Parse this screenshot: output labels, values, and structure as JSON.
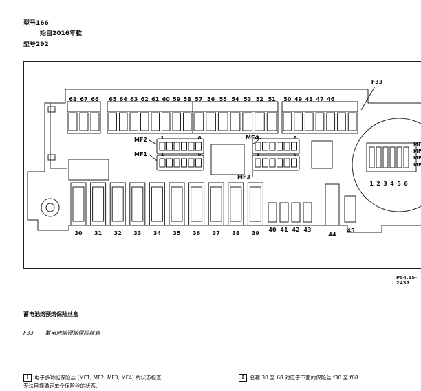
{
  "header": {
    "line1": "型号166",
    "line2": "始自2016年款",
    "line3": "型号292"
  },
  "figure": {
    "id": "P54.15-2437",
    "top_fuses": [
      "68",
      "67",
      "66",
      "65",
      "64",
      "63",
      "62",
      "61",
      "60",
      "59",
      "58",
      "57",
      "56",
      "55",
      "54",
      "53",
      "52",
      "51",
      "50",
      "49",
      "48",
      "47",
      "46"
    ],
    "bottom_fuses": [
      "30",
      "31",
      "32",
      "33",
      "34",
      "35",
      "36",
      "37",
      "38",
      "39"
    ],
    "small_fuses": [
      "40",
      "41",
      "42",
      "43"
    ],
    "other_fuses": [
      "44",
      "45"
    ],
    "f33": "F33",
    "mf_labels": [
      "MF2",
      "MF1",
      "MF4",
      "MF3"
    ],
    "pin_first": "1",
    "pin_last": "6",
    "detail_pins": [
      "1",
      "2",
      "3",
      "4",
      "5",
      "6"
    ],
    "detail_mf_labels": [
      "MF",
      "MF",
      "MF",
      "MF"
    ]
  },
  "caption": "蓄电池熔预熔保险丝盒",
  "legend": {
    "code": "F33",
    "text": "蓄电池熔预熔保险丝盒"
  },
  "notes": {
    "left_line1": "电子多功能保险丝 (MF1, MF2, MF3, MF4) 的状态检查:",
    "left_line2": "无法目视确定单个保险丝的状态.",
    "right_line1": "名称 30 至 68 对应于下面的保险丝 f30 至 f68.",
    "info_icon": "i"
  }
}
